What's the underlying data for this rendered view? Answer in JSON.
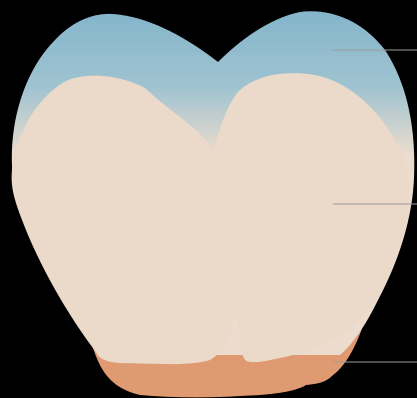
{
  "diagram": {
    "subject": "tooth-cross-section",
    "background_color": "#000000",
    "layers": [
      {
        "id": "enamel",
        "color_top": "#84b5cb",
        "color_bottom": "#ecdcce"
      },
      {
        "id": "dentin",
        "color": "#ebd9ca"
      },
      {
        "id": "root",
        "color": "#df9a72"
      }
    ],
    "leader_lines": {
      "count": 3,
      "color": "#9c9c9c"
    }
  }
}
